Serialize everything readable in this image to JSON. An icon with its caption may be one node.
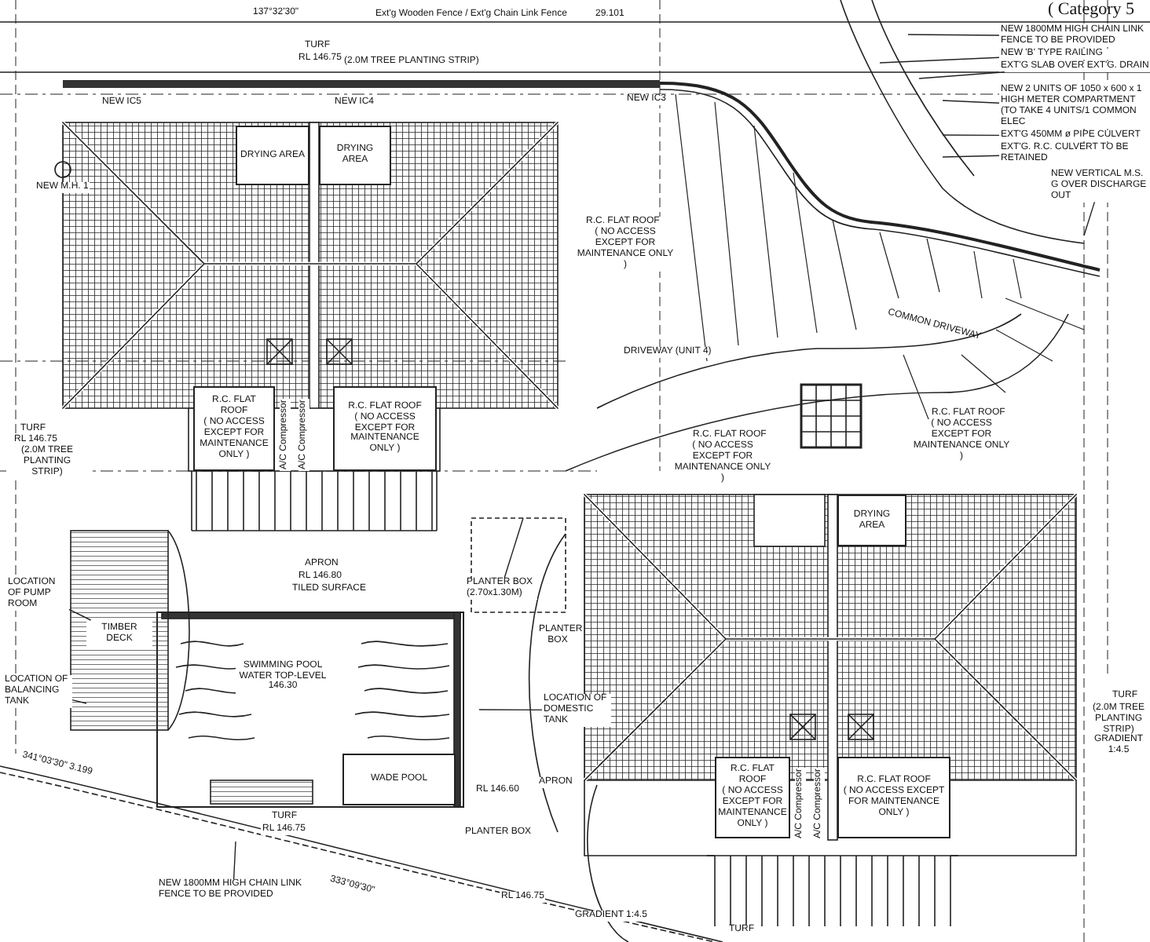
{
  "diagram": {
    "nodes": [
      {
        "text": [
          "DRYING AREA"
        ]
      },
      {
        "text": [
          "DRYING AREA"
        ]
      },
      {
        "text": [
          "R.C. FLAT ROOF",
          "( NO ACCESS EXCEPT FOR MAINTENANCE ONLY )"
        ]
      },
      {
        "text": [
          "R.C. FLAT ROOF",
          "( NO ACCESS EXCEPT FOR MAINTENANCE ONLY )"
        ]
      },
      {
        "text": [
          "SWIMMING POOL",
          "WATER TOP-LEVEL 146.30"
        ]
      },
      {
        "text": [
          "WADE POOL"
        ]
      },
      {
        "text": [
          "TIMBER DECK"
        ]
      },
      {
        "text": [
          "DRYING AREA"
        ]
      },
      {
        "text": [
          "R.C. FLAT ROOF",
          "( NO ACCESS EXCEPT FOR MAINTENANCE ONLY )"
        ]
      },
      {
        "text": [
          "R.C. FLAT ROOF",
          "( NO ACCESS EXCEPT FOR MAINTENANCE ONLY )"
        ]
      },
      {
        "text": [
          "NEW 1800MM HIGH CHAIN LINK FENCE TO BE PROVIDED"
        ]
      },
      {
        "text": [
          "NEW 'B' TYPE RAILING"
        ]
      },
      {
        "text": [
          "EXT'G SLAB OVER EXT'G. DRAIN"
        ]
      },
      {
        "text": [
          "NEW 2 UNITS OF 1050 x 600 x 1 HIGH METER COMPARTMENT (TO TAKE 4 UNITS/1 COMMON ELEC"
        ]
      },
      {
        "text": [
          "EXT'G 450MM ø PIPE CULVERT"
        ]
      },
      {
        "text": [
          "EXT'G. R.C. CULVERT TO BE RETAINED"
        ]
      },
      {
        "text": [
          "NEW VERTICAL M.S. G OVER DISCHARGE OUT"
        ]
      },
      {
        "text": [
          "LOCATION OF PUMP ROOM"
        ]
      },
      {
        "text": [
          "LOCATION OF BALANCING TANK"
        ]
      },
      {
        "text": [
          "LOCATION OF DOMESTIC TANK"
        ]
      },
      {
        "text": [
          "NEW 1800MM HIGH CHAIN LINK FENCE TO BE PROVIDED"
        ]
      },
      {
        "text": [
          "PLANTER BOX (2.70x1.30M)"
        ]
      }
    ],
    "edges": [
      {
        "from": 10,
        "to": null,
        "arrow": "none"
      },
      {
        "from": 11,
        "to": null,
        "arrow": "none"
      },
      {
        "from": 12,
        "to": null,
        "arrow": "none"
      },
      {
        "from": 13,
        "to": null,
        "arrow": "none"
      },
      {
        "from": 14,
        "to": null,
        "arrow": "none"
      },
      {
        "from": 15,
        "to": null,
        "arrow": "none"
      },
      {
        "from": 16,
        "to": null,
        "arrow": "none"
      },
      {
        "from": 17,
        "to": 6,
        "arrow": "none"
      },
      {
        "from": 18,
        "to": null,
        "arrow": "none"
      },
      {
        "from": 19,
        "to": null,
        "arrow": "none"
      },
      {
        "from": 20,
        "to": null,
        "arrow": "none"
      },
      {
        "from": 21,
        "to": null,
        "arrow": "none"
      }
    ],
    "labels": [
      "( Category 5",
      "137°32'30\"",
      "Ext'g Wooden Fence / Ext'g Chain Link Fence",
      "29.101",
      "TURF",
      "RL 146.75",
      "(2.0M TREE PLANTING STRIP)",
      "NEW IC5",
      "NEW IC4",
      "NEW IC3",
      "NEW M.H. 1",
      "A/C Compressor",
      "A/C Compressor",
      "R.C. FLAT ROOF",
      "( NO ACCESS EXCEPT FOR MAINTENANCE ONLY )",
      "DRIVEWAY (UNIT 4)",
      "COMMON DRIVEWAY",
      "TURF",
      "RL 146.75",
      "(2.0M TREE PLANTING STRIP)",
      "R.C. FLAT ROOF",
      "( NO ACCESS EXCEPT FOR MAINTENANCE ONLY )",
      "R.C. FLAT ROOF",
      "( NO ACCESS EXCEPT FOR MAINTENANCE ONLY )",
      "APRON",
      "RL 146.80",
      "TILED SURFACE",
      "PLANTER BOX",
      "A/C Compressor",
      "A/C Compressor",
      "TURF",
      "(2.0M TREE PLANTING STRIP)",
      "GRADIENT 1:4.5",
      "APRON",
      "RL 146.60",
      "TURF",
      "RL 146.75",
      "PLANTER BOX",
      "341°03'30\" 3.199",
      "333°09'30\"",
      "RL 146.75",
      "GRADIENT 1:4.5",
      "TURF"
    ]
  }
}
